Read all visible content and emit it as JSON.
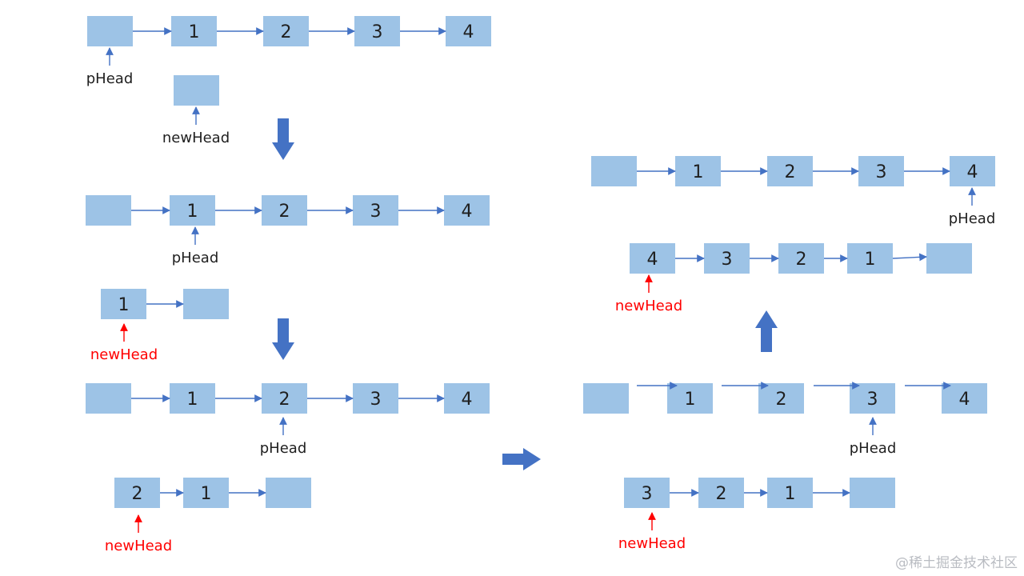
{
  "colors": {
    "node_fill": "#9dc3e6",
    "arrow": "#4472c4",
    "pointer_label": "#1f1f1f",
    "newhead_highlight": "#ff0000",
    "step_arrow": "#4472c4"
  },
  "labels": {
    "pHead": "pHead",
    "newHead": "newHead"
  },
  "steps": [
    {
      "id": "step-1",
      "original_list": [
        "",
        "1",
        "2",
        "3",
        "4"
      ],
      "pHead_at": "",
      "new_list": [
        ""
      ]
    },
    {
      "id": "step-2",
      "original_list": [
        "",
        "1",
        "2",
        "3",
        "4"
      ],
      "pHead_at": "1",
      "new_list": [
        "1",
        ""
      ]
    },
    {
      "id": "step-3",
      "original_list": [
        "",
        "1",
        "2",
        "3",
        "4"
      ],
      "pHead_at": "2",
      "new_list": [
        "2",
        "1",
        ""
      ]
    },
    {
      "id": "step-4",
      "original_list": [
        "",
        "1",
        "2",
        "3",
        "4"
      ],
      "pHead_at": "3",
      "new_list": [
        "3",
        "2",
        "1",
        ""
      ]
    },
    {
      "id": "step-5",
      "original_list": [
        "",
        "1",
        "2",
        "3",
        "4"
      ],
      "pHead_at": "4",
      "new_list": [
        "4",
        "3",
        "2",
        "1",
        ""
      ]
    }
  ],
  "watermark": "@稀土掘金技术社区"
}
